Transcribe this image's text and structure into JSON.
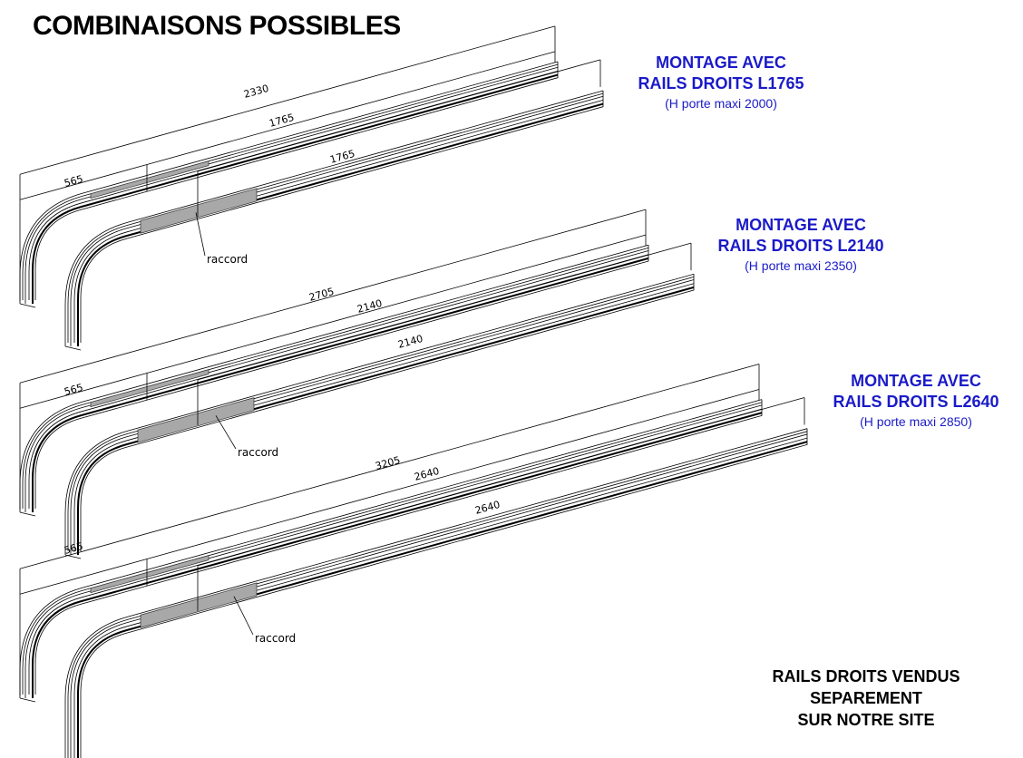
{
  "title": "COMBINAISONS POSSIBLES",
  "assemblies": [
    {
      "heading_1": "MONTAGE AVEC",
      "heading_2": "RAILS DROITS L1765",
      "subheading": "(H porte maxi 2000)",
      "dim_total": "2330",
      "dim_curve": "565",
      "dim_straight": "1765",
      "dim_inner": "1765",
      "connector_label": "raccord"
    },
    {
      "heading_1": "MONTAGE AVEC",
      "heading_2": "RAILS DROITS L2140",
      "subheading": "(H porte maxi 2350)",
      "dim_total": "2705",
      "dim_curve": "565",
      "dim_straight": "2140",
      "dim_inner": "2140",
      "connector_label": "raccord"
    },
    {
      "heading_1": "MONTAGE AVEC",
      "heading_2": "RAILS DROITS L2640",
      "subheading": "(H porte maxi 2850)",
      "dim_total": "3205",
      "dim_curve": "565",
      "dim_straight": "2640",
      "dim_inner": "2640",
      "connector_label": "raccord"
    }
  ],
  "note": {
    "line1": "RAILS DROITS VENDUS",
    "line2": "SEPAREMENT",
    "line3": "SUR NOTRE SITE"
  },
  "colors": {
    "heading": "#1a1ac8",
    "connector": "#a8a8a8"
  }
}
